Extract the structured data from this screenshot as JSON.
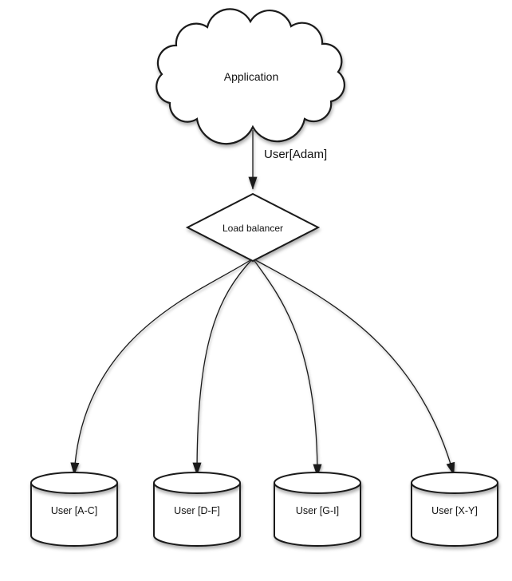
{
  "diagram": {
    "nodes": {
      "application": {
        "label": "Application",
        "type": "cloud"
      },
      "load_balancer": {
        "label": "Load balancer",
        "type": "diamond"
      },
      "shard1": {
        "label": "User [A-C]",
        "type": "cylinder"
      },
      "shard2": {
        "label": "User [D-F]",
        "type": "cylinder"
      },
      "shard3": {
        "label": "User [G-I]",
        "type": "cylinder"
      },
      "shard4": {
        "label": "User [X-Y]",
        "type": "cylinder"
      }
    },
    "edges": {
      "app_to_lb": {
        "label": "User[Adam]"
      }
    },
    "colors": {
      "stroke": "#1a1a1a",
      "fill": "#ffffff",
      "background": "#ffffff"
    }
  }
}
